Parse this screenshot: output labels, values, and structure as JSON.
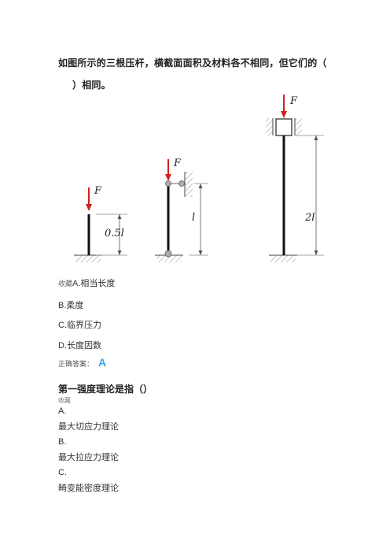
{
  "question1": {
    "line1": "如图所示的三根压杆，横截面面积及材料各不相同，但它们的（",
    "line2": "）相同。"
  },
  "figure": {
    "force_label": "F",
    "col1_length": "0.5l",
    "col2_length": "l",
    "col3_length": "2l",
    "force_color": "#d42020"
  },
  "options1": {
    "favorite": "收藏",
    "a_letter": "A.",
    "a_text": "相当长度",
    "b_letter": "B.",
    "b_text": "柔度",
    "c_letter": "C.",
    "c_text": "临界压力",
    "d_letter": "D.",
    "d_text": "长度因数"
  },
  "answer1": {
    "label": "正确答案：",
    "value": "A"
  },
  "question2": {
    "title": "第一强度理论是指（）",
    "favorite": "收藏",
    "a_letter": "A.",
    "a_text": "最大切应力理论",
    "b_letter": "B.",
    "b_text": "最大拉应力理论",
    "c_letter": "C.",
    "c_text": "畸变能密度理论"
  }
}
